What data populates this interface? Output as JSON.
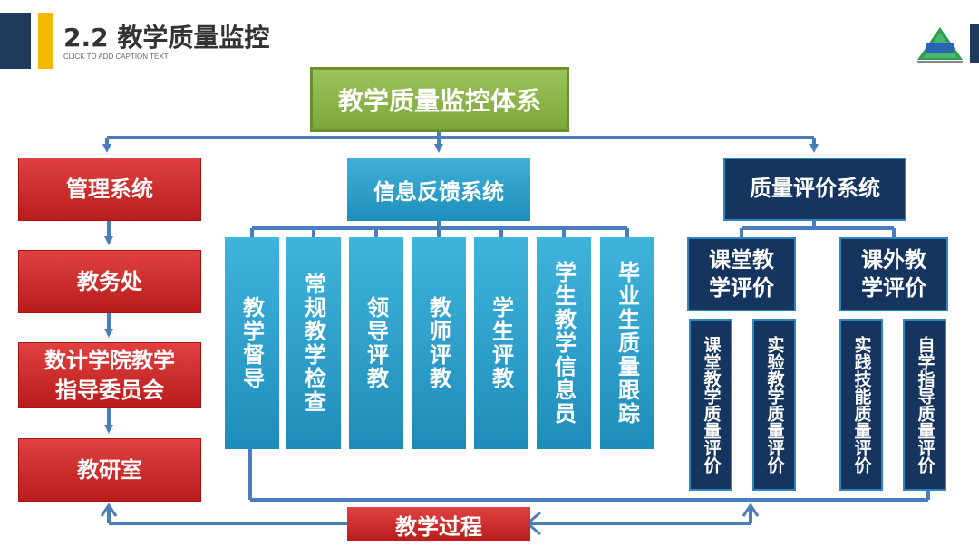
{
  "header": {
    "title": "2.2 教学质量监控",
    "caption": "CLICK TO ADD CAPTION TEXT"
  },
  "diagram": {
    "root": "教学质量监控体系",
    "management": {
      "title": "管理系统",
      "chain": [
        "教务处",
        "数计学院教学指导委员会",
        "教研室"
      ]
    },
    "feedback": {
      "title": "信息反馈系统",
      "items": [
        "教学督导",
        "常规教学检查",
        "领导评教",
        "教师评教",
        "学生评教",
        "学生教学信息员",
        "毕业生质量跟踪"
      ]
    },
    "evaluation": {
      "title": "质量评价系统",
      "groups": [
        {
          "title": "课堂教学评价",
          "items": [
            "课堂教学质量评价",
            "实验教学质量评价"
          ]
        },
        {
          "title": "课外教学评价",
          "items": [
            "实践技能质量评价",
            "自学指导质量评价"
          ]
        }
      ]
    },
    "process": "教学过程"
  },
  "colors": {
    "root": "#8ab548",
    "management": "#c62828",
    "feedback": "#2a9fd0",
    "evaluation": "#15355f",
    "connector": "#4a7ebb"
  }
}
